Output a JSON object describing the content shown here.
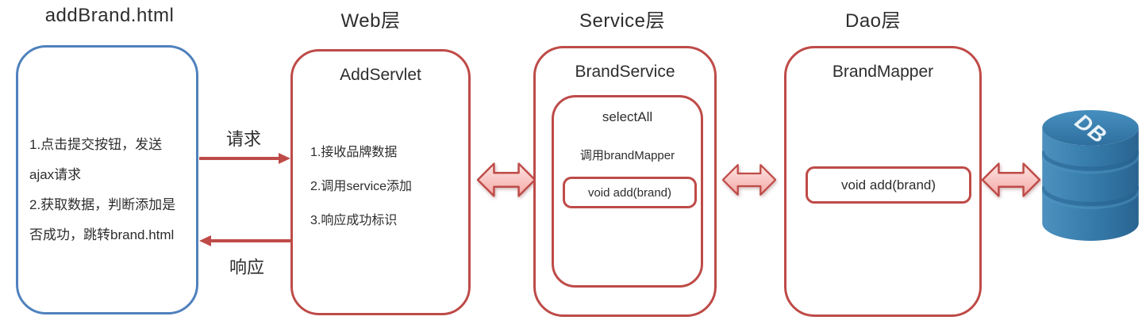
{
  "titles": {
    "client": "addBrand.html",
    "web": "Web层",
    "service": "Service层",
    "dao": "Dao层"
  },
  "client_box": {
    "lines": [
      "1.点击提交按钮，发送",
      "ajax请求",
      "2.获取数据，判断添加是",
      "否成功，跳转brand.html"
    ]
  },
  "flow": {
    "request_label": "请求",
    "response_label": "响应"
  },
  "web_box": {
    "header": "AddServlet",
    "items": [
      "1.接收品牌数据",
      "2.调用service添加",
      "3.响应成功标识"
    ]
  },
  "service_box": {
    "header": "BrandService",
    "inner": {
      "header": "selectAll",
      "call_note": "调用brandMapper",
      "method": "void add(brand)"
    }
  },
  "dao_box": {
    "header": "BrandMapper",
    "method": "void add(brand)"
  },
  "db": {
    "label": "DB"
  },
  "colors": {
    "blue_border": "#4f81bd",
    "red_border": "#be4b48",
    "arrow_fill_light": "#fde4e2",
    "arrow_fill_dark": "#f3a9a5",
    "db_blue": "#35779f",
    "text": "#2d2d2d"
  }
}
